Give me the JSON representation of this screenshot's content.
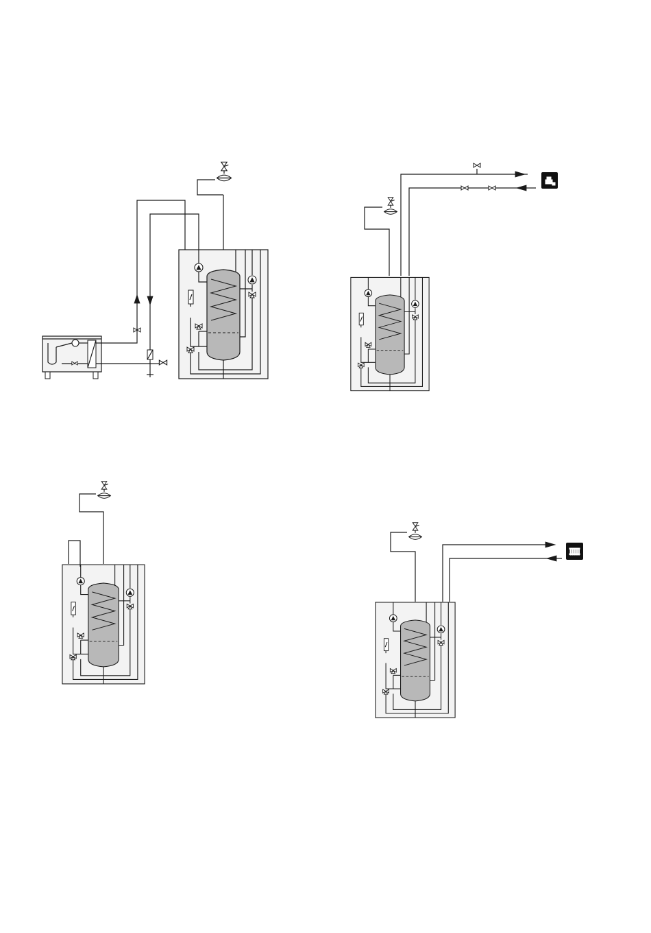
{
  "diagram": {
    "colors": {
      "line": "#1a1a1a",
      "cabinet_fill": "#f3f3f3",
      "tank_fill": "#b8b8b8",
      "icon_fill": "#111111"
    },
    "panels": [
      {
        "id": "top-left",
        "components": [
          "outdoor-heat-pump-unit",
          "indoor-cabinet",
          "expansion-vessel",
          "safety-valve",
          "filter",
          "drain-valve"
        ]
      },
      {
        "id": "top-right",
        "components": [
          "indoor-cabinet",
          "expansion-vessel",
          "safety-valve",
          "hot-water-tap-icon",
          "shut-off-valves"
        ]
      },
      {
        "id": "bottom-left",
        "components": [
          "indoor-cabinet",
          "expansion-vessel",
          "safety-valve"
        ]
      },
      {
        "id": "bottom-right",
        "components": [
          "indoor-cabinet",
          "expansion-vessel",
          "safety-valve",
          "radiator-icon"
        ]
      }
    ]
  }
}
